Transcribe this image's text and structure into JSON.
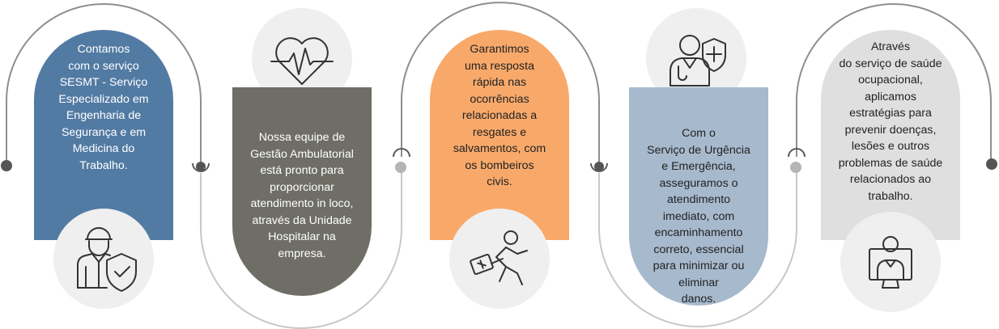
{
  "colors": {
    "card_1": "#527ba3",
    "card_2": "#6f6e66",
    "card_3": "#f8a96a",
    "card_4": "#a7b9cd",
    "card_5": "#dfdfdf",
    "connector": "#8e8e8e",
    "connector_light": "#c8c8c8",
    "icon_bg": "#efefef",
    "icon_stroke": "#333333"
  },
  "steps": [
    {
      "lines": [
        "Contamos",
        "com o serviço",
        "SESMT - Serviço",
        "Especializado em",
        "Engenharia de",
        "Segurança e em",
        "Medicina do",
        "Trabalho."
      ],
      "icon": "worker-shield-icon"
    },
    {
      "lines": [
        "Nossa equipe de",
        "Gestão Ambulatorial",
        "está pronto para",
        "proporcionar",
        "atendimento in loco,",
        "através da Unidade",
        "Hospitalar na",
        "empresa."
      ],
      "icon": "heartbeat-icon"
    },
    {
      "lines": [
        "Garantimos",
        "uma resposta",
        "rápida nas",
        "ocorrências",
        "relacionadas a",
        "resgates e",
        "salvamentos, com",
        "os bombeiros",
        "civis."
      ],
      "icon": "rescuer-running-icon"
    },
    {
      "lines": [
        "Com o",
        "Serviço de Urgência",
        "e Emergência,",
        "asseguramos o",
        "atendimento",
        "imediato, com",
        "encaminhamento",
        "correto, essencial",
        "para minimizar ou",
        "eliminar",
        "danos."
      ],
      "icon": "doctor-shield-icon"
    },
    {
      "lines": [
        "Através",
        "do serviço de saúde",
        "ocupacional,",
        "aplicamos",
        "estratégias para",
        "prevenir doenças,",
        "lesões e outros",
        "problemas de saúde",
        "relacionados ao",
        "trabalho."
      ],
      "icon": "doctor-monitor-icon"
    }
  ]
}
